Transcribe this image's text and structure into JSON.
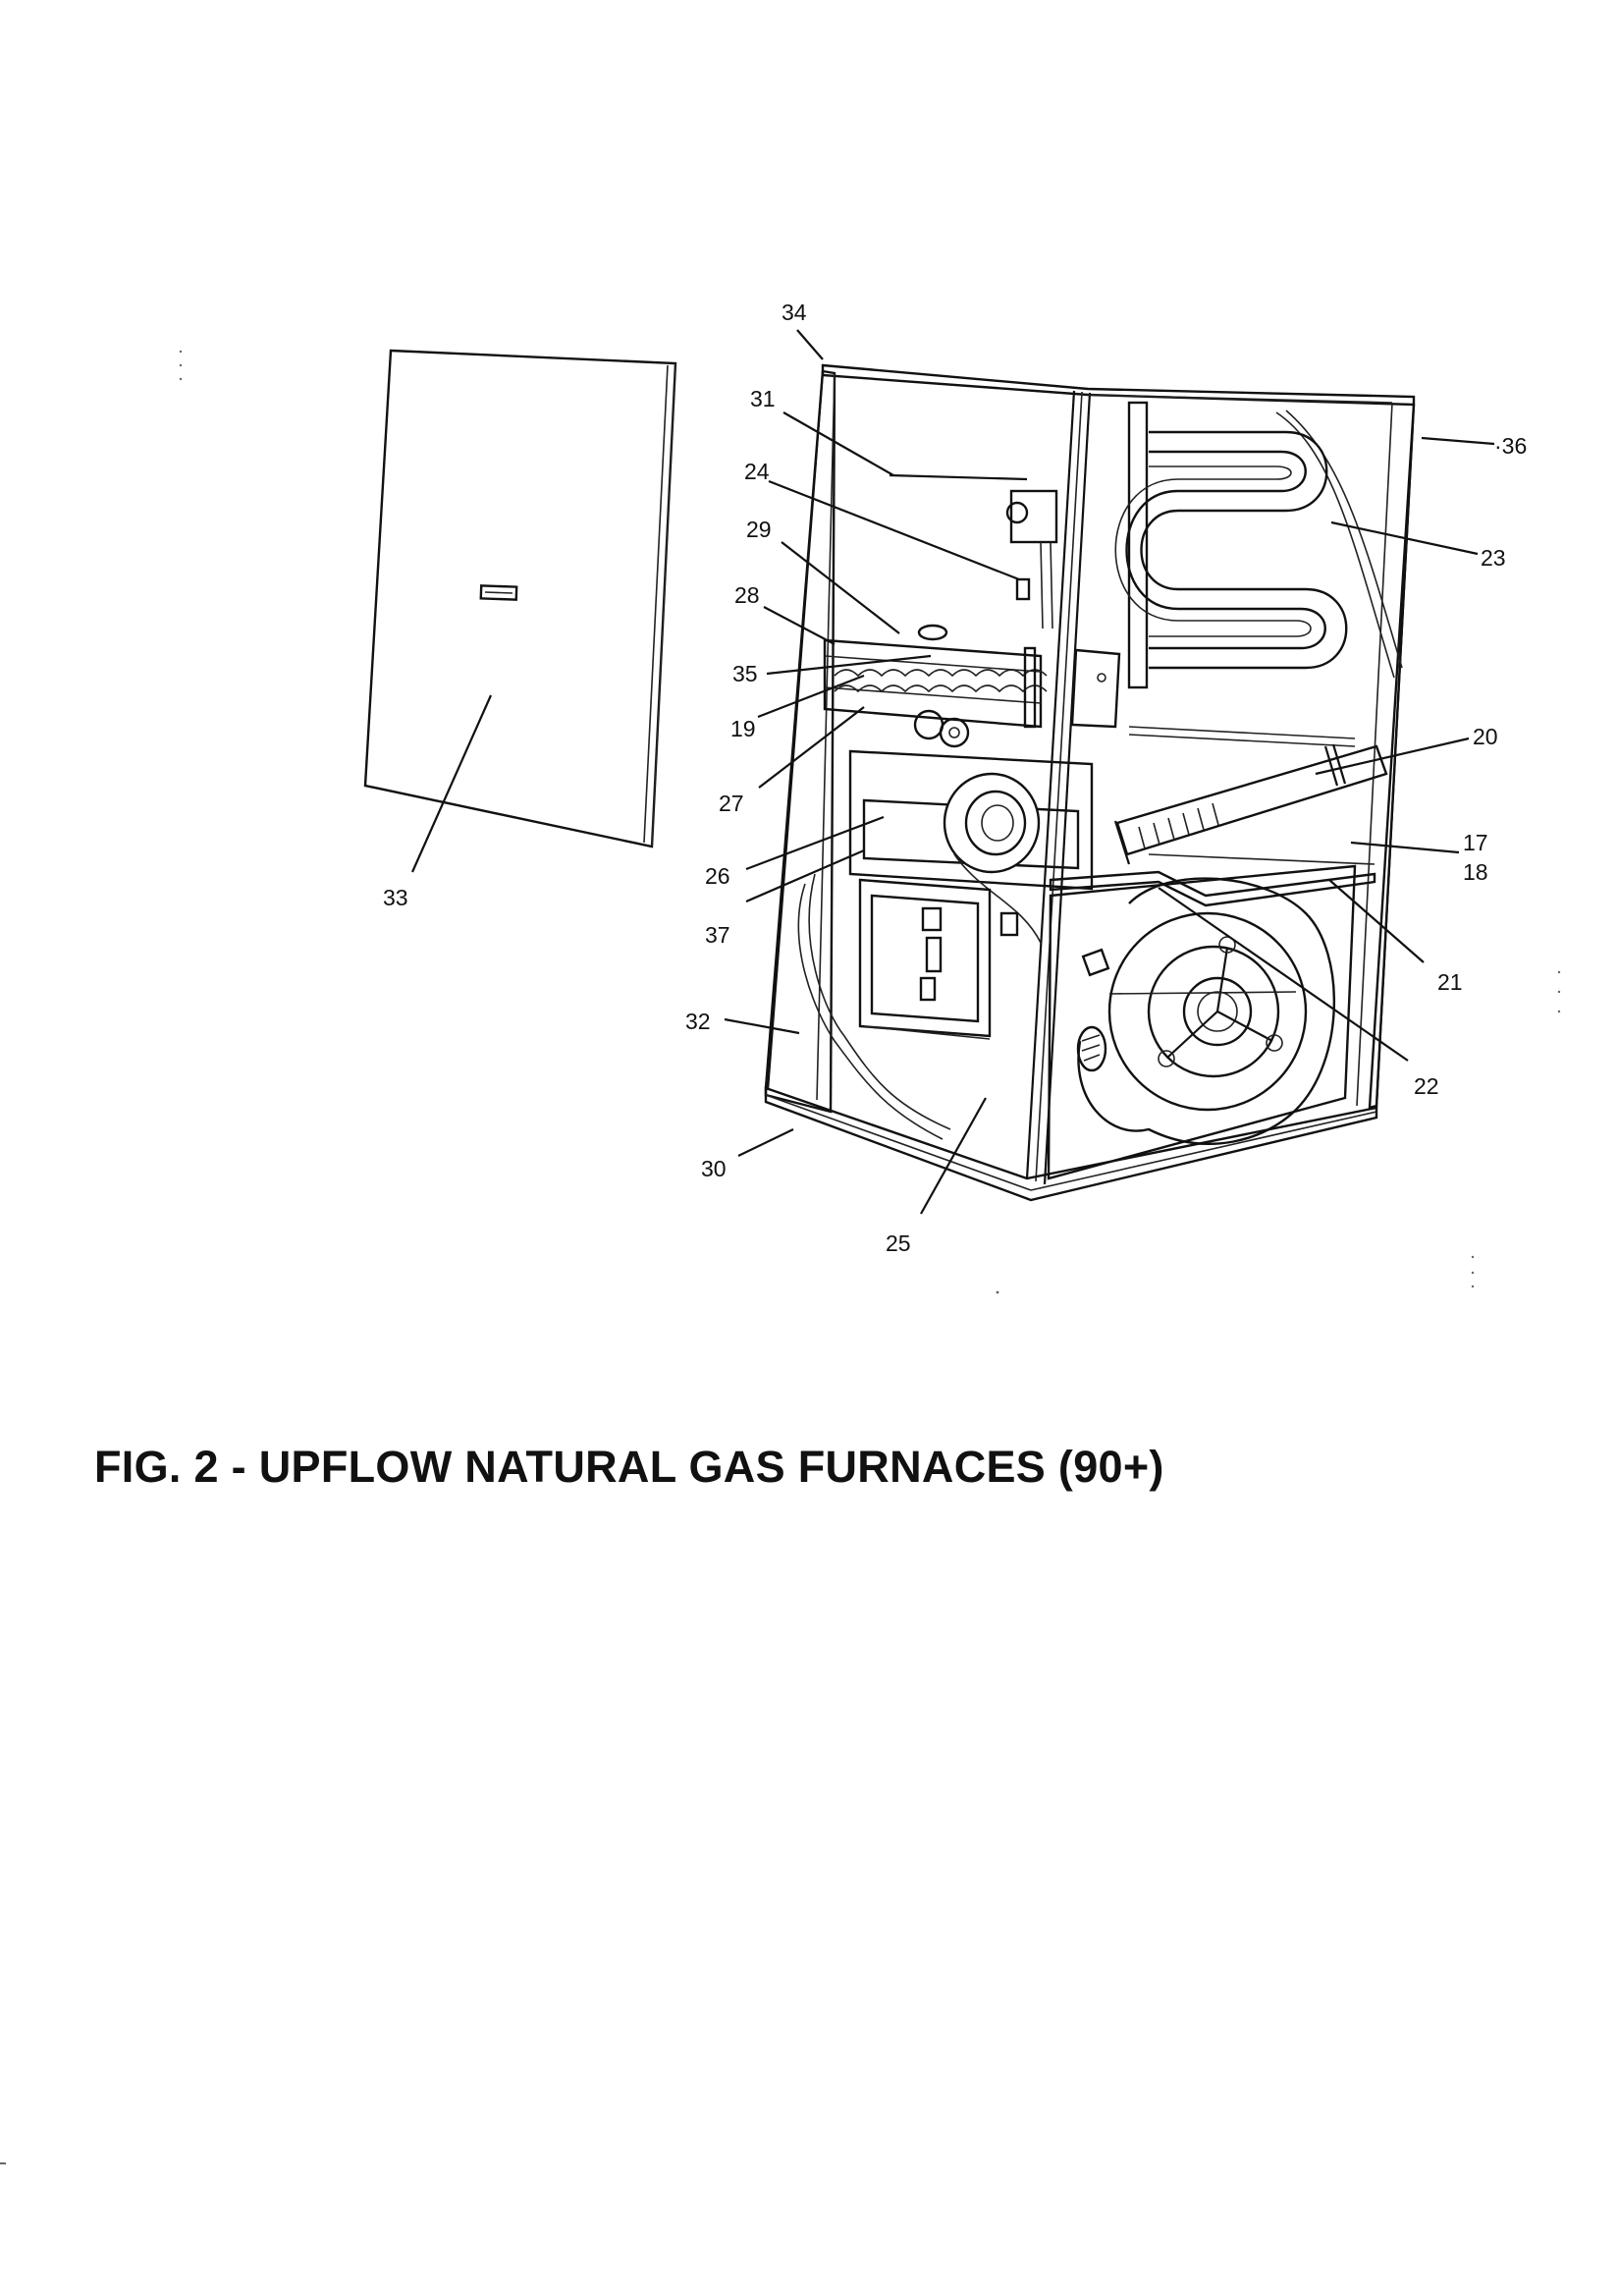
{
  "figure": {
    "title": "FIG. 2 - UPFLOW NATURAL GAS FURNACES (90+)"
  },
  "callouts": [
    {
      "id": "c34",
      "text": "34"
    },
    {
      "id": "c31",
      "text": "31"
    },
    {
      "id": "c24",
      "text": "24"
    },
    {
      "id": "c29",
      "text": "29"
    },
    {
      "id": "c28",
      "text": "28"
    },
    {
      "id": "c35",
      "text": "35"
    },
    {
      "id": "c19",
      "text": "19"
    },
    {
      "id": "c27",
      "text": "27"
    },
    {
      "id": "c26",
      "text": "26"
    },
    {
      "id": "c37",
      "text": "37"
    },
    {
      "id": "c32",
      "text": "32"
    },
    {
      "id": "c30",
      "text": "30"
    },
    {
      "id": "c25",
      "text": "25"
    },
    {
      "id": "c33",
      "text": "33"
    },
    {
      "id": "c36",
      "text": "·36"
    },
    {
      "id": "c23",
      "text": "23"
    },
    {
      "id": "c20",
      "text": "20"
    },
    {
      "id": "c17",
      "text": "17"
    },
    {
      "id": "c18",
      "text": "18"
    },
    {
      "id": "c21",
      "text": "21"
    },
    {
      "id": "c22",
      "text": "22"
    }
  ]
}
